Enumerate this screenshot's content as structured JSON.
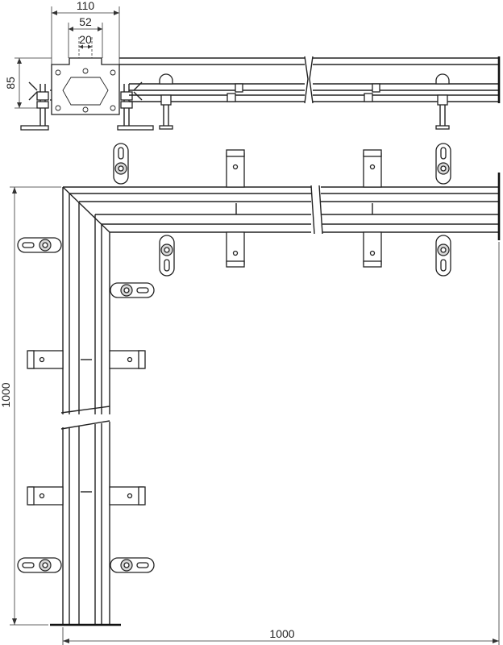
{
  "dimensions": {
    "width_total": "110",
    "width_middle": "52",
    "width_inner": "20",
    "height": "85",
    "vertical_length": "1000",
    "horizontal_length": "1000"
  }
}
